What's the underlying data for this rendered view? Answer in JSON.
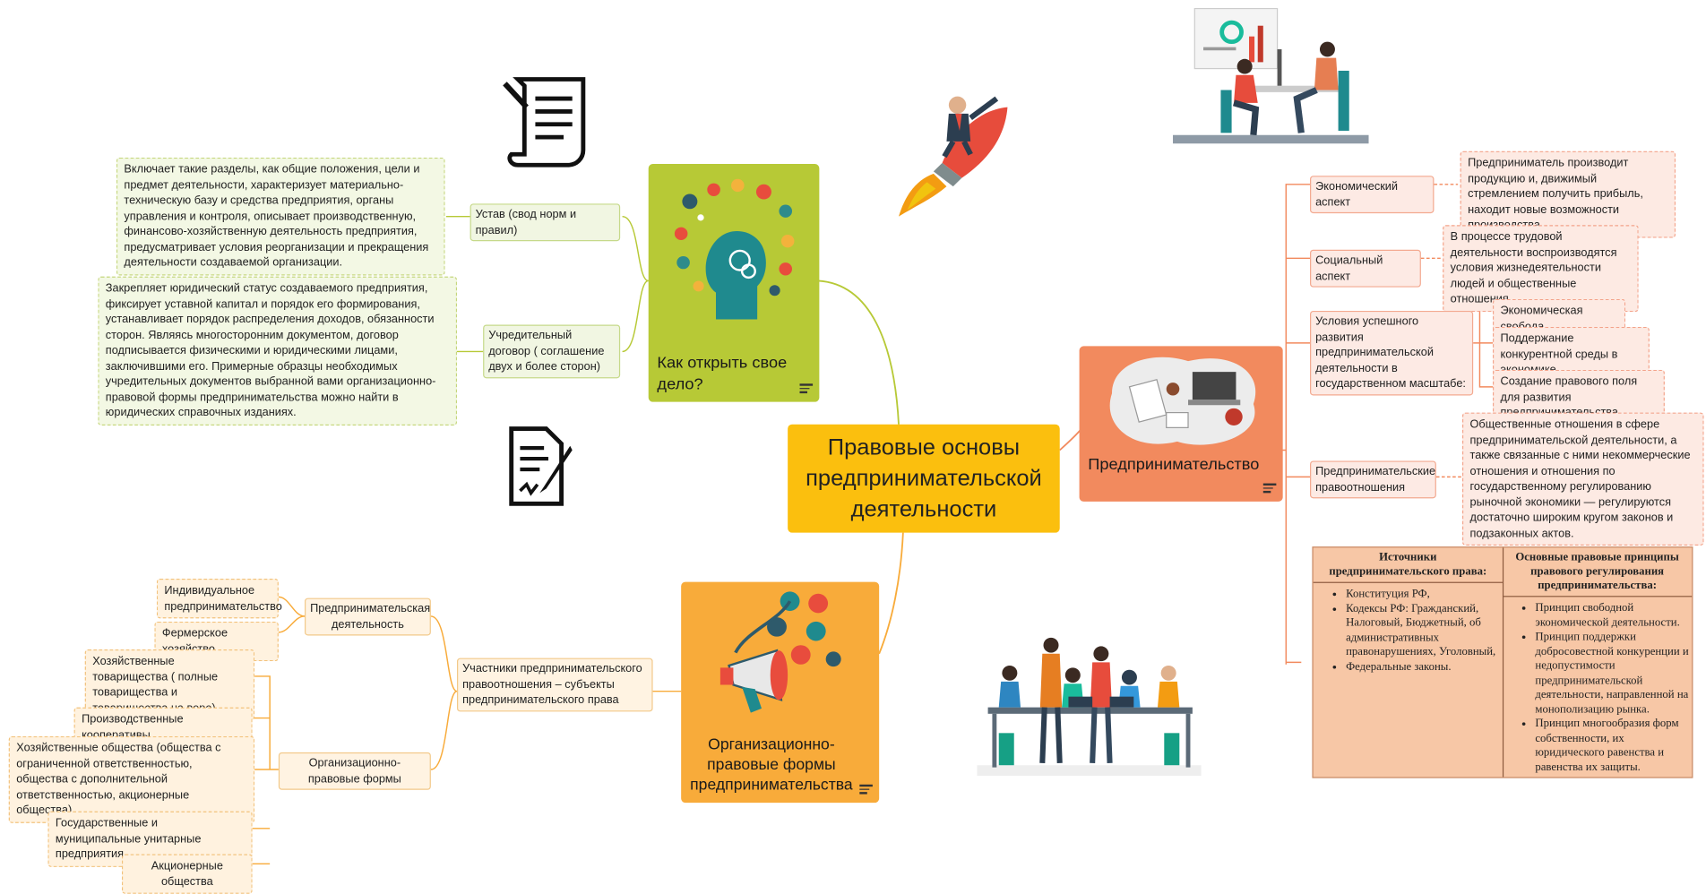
{
  "central": {
    "title": "Правовые основы предпринимательской деятельности"
  },
  "green": {
    "topic": "Как открыть свое дело?",
    "children": [
      {
        "label": "Устав (свод норм и правил)",
        "note": "Включает такие разделы, как общие положения, цели и предмет деятельности, характеризует материально-техническую базу и средства предприятия, органы управления и контроля, описывает производственную, финансово-хозяйственную деятельность предприятия, предусматривает условия реорганизации и прекращения деятельности создаваемой организации."
      },
      {
        "label": "Учредительный договор ( соглашение двух и более сторон)",
        "note": "Закрепляет юридический статус создаваемого предприятия, фиксирует уставной капитал и порядок его формирования, устанавливает порядок распределения доходов, обязанности сторон. Являясь многосторонним документом, договор подписывается физическими и юридическими лицами, заключившими его. Примерные образцы необходимых учредительных документов выбранной вами организационно-правовой формы предпринимательства можно найти в юридических справочных изданиях."
      }
    ]
  },
  "orange": {
    "topic": "Организационно-правовые формы предпринимательства",
    "subject": "Участники предпринимательского правоотношения – субъекты предпринимательского права",
    "groups": [
      {
        "label": "Предпринимательская деятельность",
        "items": [
          "Индивидуальное предпринимательство",
          "Фермерское хозяйство"
        ]
      },
      {
        "label": "Организационно-правовые формы",
        "items": [
          "Хозяйственные товарищества ( полные товарищества и товарищества на вере)",
          "Производственные кооперативы",
          "Хозяйственные общества (общества с ограниченной ответственностью, общества с дополнительной ответственностью, акционерные общества)",
          "Государственные и муниципальные унитарные предприятия",
          "Акционерные общества"
        ]
      }
    ]
  },
  "red": {
    "topic": "Предпринимательство",
    "aspects": [
      {
        "label": "Экономический аспект",
        "note": "Предприниматель производит продукцию и, движимый стремлением получить прибыль, находит новые возможности производства."
      },
      {
        "label": "Социальный аспект",
        "note": "В процессе трудовой деятельности воспроизводятся условия жизнедеятельности людей и общественные отношения."
      },
      {
        "label": "Условия успешного развития предпринимательской деятельности в государственном масштабе:",
        "items": [
          "Экономическая свобода",
          "Поддержание конкурентной среды в экономике",
          "Создание правового поля для развития предпринимательства"
        ]
      },
      {
        "label": "Предпринимательские правоотношения",
        "note": "Общественные отношения в сфере предпринимательской деятельности, а также связанные с ними некоммерческие отношения и отношения по государственному регулированию рыночной экономики — регулируются достаточно широким кругом законов и подзаконных актов."
      }
    ],
    "table": {
      "col1_header": "Источники предпринимательского права:",
      "col1_items": [
        "Конституция РФ,",
        "Кодексы РФ: Гражданский, Налоговый, Бюджетный, об административных правонарушениях, Уголовный,",
        "Федеральные законы."
      ],
      "col2_header": "Основные правовые принципы правового регулирования предпринимательства:",
      "col2_items": [
        "Принцип свободной экономической деятельности.",
        "Принцип поддержки добросовестной конкуренции и недопустимости предпринимательской деятельности, направленной на монополизацию рынка.",
        "Принцип многообразия форм собственности, их юридического равенства и равенства их защиты."
      ]
    }
  },
  "colors": {
    "central": "#fbbf0e",
    "green": "#b7c936",
    "orange": "#f8ab3a",
    "red": "#f28a5e"
  },
  "icons": [
    "document-icon",
    "contract-icon",
    "rocket-icon",
    "presentation-illustration",
    "team-illustration",
    "head-icon",
    "megaphone-icon",
    "desk-illustration",
    "menu-icon"
  ]
}
